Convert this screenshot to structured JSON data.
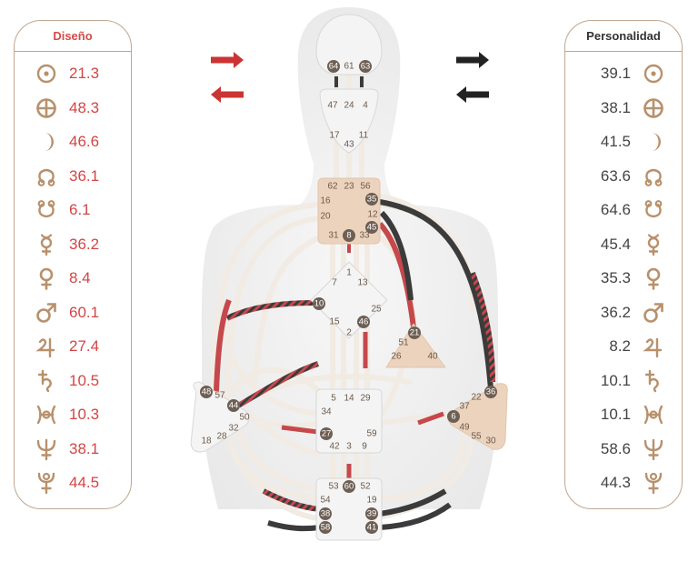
{
  "design": {
    "title": "Diseño",
    "color": "#d64a4a",
    "planets": [
      {
        "icon": "sun-icon",
        "value": "21.3"
      },
      {
        "icon": "earth-icon",
        "value": "48.3"
      },
      {
        "icon": "moon-icon",
        "value": "46.6"
      },
      {
        "icon": "north-node-icon",
        "value": "36.1"
      },
      {
        "icon": "south-node-icon",
        "value": "6.1"
      },
      {
        "icon": "mercury-icon",
        "value": "36.2"
      },
      {
        "icon": "venus-icon",
        "value": "8.4"
      },
      {
        "icon": "mars-icon",
        "value": "60.1"
      },
      {
        "icon": "jupiter-icon",
        "value": "27.4"
      },
      {
        "icon": "saturn-icon",
        "value": "10.5"
      },
      {
        "icon": "uranus-icon",
        "value": "10.3"
      },
      {
        "icon": "neptune-icon",
        "value": "38.1"
      },
      {
        "icon": "pluto-icon",
        "value": "44.5"
      }
    ]
  },
  "personality": {
    "title": "Personalidad",
    "color": "#333333",
    "planets": [
      {
        "icon": "sun-icon",
        "value": "39.1"
      },
      {
        "icon": "earth-icon",
        "value": "38.1"
      },
      {
        "icon": "moon-icon",
        "value": "41.5"
      },
      {
        "icon": "north-node-icon",
        "value": "63.6"
      },
      {
        "icon": "south-node-icon",
        "value": "64.6"
      },
      {
        "icon": "mercury-icon",
        "value": "45.4"
      },
      {
        "icon": "venus-icon",
        "value": "35.3"
      },
      {
        "icon": "mars-icon",
        "value": "36.2"
      },
      {
        "icon": "jupiter-icon",
        "value": "8.2"
      },
      {
        "icon": "saturn-icon",
        "value": "10.1"
      },
      {
        "icon": "uranus-icon",
        "value": "10.1"
      },
      {
        "icon": "neptune-icon",
        "value": "58.6"
      },
      {
        "icon": "pluto-icon",
        "value": "44.3"
      }
    ]
  },
  "arrows": {
    "design_color": "#cc3333",
    "personality_color": "#222222",
    "design": [
      "arrow-right-icon",
      "arrow-left-icon"
    ],
    "personality": [
      "arrow-right-icon",
      "arrow-left-icon"
    ]
  },
  "colors": {
    "symbol": "#b8916c",
    "defined_center": "#ecd3bd",
    "open_center": "#f4f4f4",
    "channel": "#f1ebe3",
    "design_channel": "#c5484b",
    "personality_channel": "#3b3b3b",
    "active_gate": "#6e5f54"
  },
  "centers": [
    {
      "name": "head-center",
      "defined": false,
      "gates": [
        "64",
        "61",
        "63"
      ],
      "active": [
        "64",
        "63"
      ]
    },
    {
      "name": "ajna-center",
      "defined": false,
      "gates": [
        "47",
        "24",
        "4",
        "17",
        "43",
        "11"
      ],
      "active": []
    },
    {
      "name": "throat-center",
      "defined": true,
      "gates": [
        "62",
        "23",
        "56",
        "16",
        "35",
        "20",
        "12",
        "45",
        "31",
        "8",
        "33"
      ],
      "active": [
        "35",
        "45",
        "8"
      ]
    },
    {
      "name": "g-center",
      "defined": false,
      "gates": [
        "1",
        "7",
        "13",
        "10",
        "25",
        "15",
        "46",
        "2"
      ],
      "active": [
        "10",
        "46"
      ]
    },
    {
      "name": "heart-center",
      "defined": true,
      "gates": [
        "21",
        "51",
        "26",
        "40"
      ],
      "active": [
        "21"
      ]
    },
    {
      "name": "spleen-center",
      "defined": false,
      "gates": [
        "48",
        "57",
        "44",
        "50",
        "32",
        "28",
        "18"
      ],
      "active": [
        "48",
        "44"
      ]
    },
    {
      "name": "sacral-center",
      "defined": false,
      "gates": [
        "5",
        "14",
        "29",
        "34",
        "27",
        "59",
        "42",
        "3",
        "9"
      ],
      "active": [
        "27"
      ]
    },
    {
      "name": "solar-plexus-center",
      "defined": true,
      "gates": [
        "36",
        "22",
        "37",
        "6",
        "49",
        "55",
        "30"
      ],
      "active": [
        "36",
        "6"
      ]
    },
    {
      "name": "root-center",
      "defined": false,
      "gates": [
        "53",
        "60",
        "52",
        "54",
        "19",
        "38",
        "39",
        "58",
        "41"
      ],
      "active": [
        "60",
        "38",
        "39",
        "58",
        "41"
      ]
    }
  ]
}
